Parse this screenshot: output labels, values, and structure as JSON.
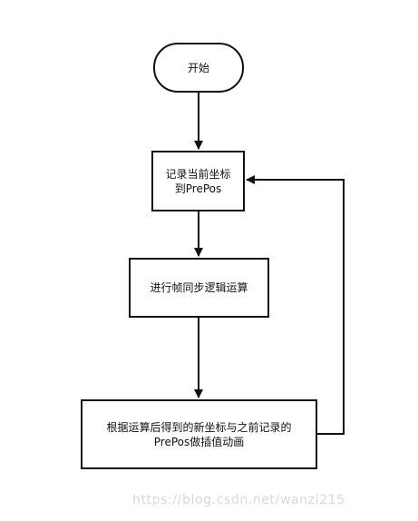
{
  "flowchart": {
    "nodes": {
      "start": {
        "label": "开始"
      },
      "record": {
        "line1": "记录当前坐标",
        "line2": "到PrePos"
      },
      "sync": {
        "label": "进行帧同步逻辑运算"
      },
      "interp": {
        "line1": "根据运算后得到的新坐标与之前记录的",
        "line2": "PrePos做插值动画"
      }
    },
    "colors": {
      "stroke": "#111111",
      "text": "#111111",
      "background": "#ffffff"
    }
  },
  "watermark": {
    "text": "https://blog.csdn.net/wanzi215"
  }
}
